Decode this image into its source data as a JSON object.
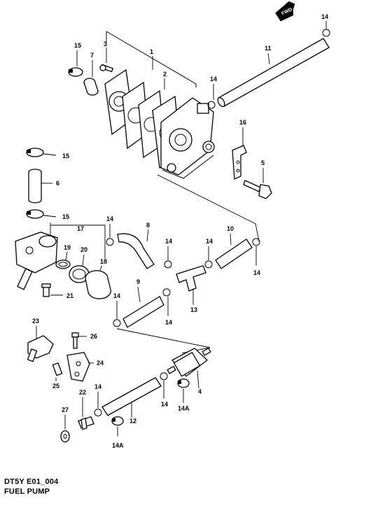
{
  "diagram": {
    "code": "DT5Y E01_004",
    "title": "FUEL PUMP",
    "fwd_label": "FWD",
    "callouts": [
      "1",
      "2",
      "3",
      "4",
      "5",
      "6",
      "7",
      "8",
      "9",
      "10",
      "11",
      "12",
      "13",
      "14",
      "14A",
      "15",
      "16",
      "17",
      "18",
      "19",
      "20",
      "21",
      "22",
      "23",
      "24",
      "25",
      "26",
      "27"
    ]
  }
}
